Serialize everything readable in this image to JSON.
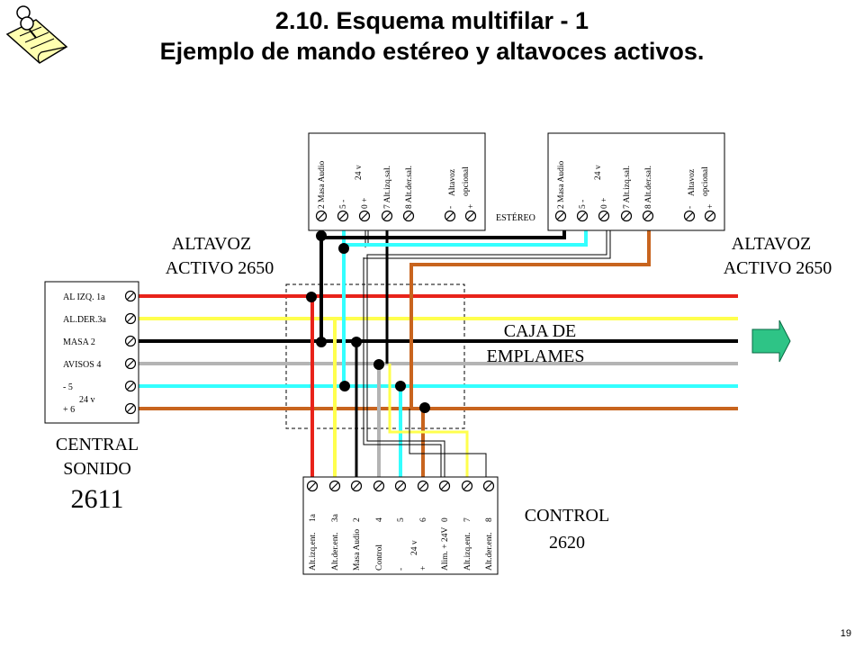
{
  "title": {
    "line1": "2.10. Esquema multifilar - 1",
    "line2": "Ejemplo de mando estéreo y altavoces activos."
  },
  "labels": {
    "altavoz_left_1": "ALTAVOZ",
    "altavoz_left_2": "ACTIVO 2650",
    "altavoz_right_1": "ALTAVOZ",
    "altavoz_right_2": "ACTIVO 2650",
    "caja_1": "CAJA DE",
    "caja_2": "EMPLAMES",
    "central_1": "CENTRAL",
    "central_2": "SONIDO",
    "central_3": "2611",
    "control_1": "CONTROL",
    "control_2": "2620",
    "estereo": "ESTÉREO"
  },
  "central_terminals": [
    "AL IZQ. 1a",
    "AL.DER.3a",
    "MASA    2",
    "AVISOS   4",
    "-          5",
    "+          6"
  ],
  "central_24v": "24 v",
  "speaker_left_terminals": [
    "2 Masa Audio",
    "5 -",
    "0 +",
    "7 Alt.izq.sal.",
    "8 Alt.der.sal.",
    "-",
    "+"
  ],
  "speaker_left_extra": [
    "24 v",
    "Altavoz",
    "opcional"
  ],
  "speaker_right_terminals": [
    "2 Masa Audio",
    "5 -",
    "0 +",
    "7 Alt.izq.sal.",
    "8 Alt.der.sal.",
    "-",
    "+"
  ],
  "speaker_right_extra": [
    "24 v",
    "Altavoz",
    "opcional"
  ],
  "control_terminal_numbers": [
    "1a",
    "3a",
    "2",
    "4",
    "5",
    "6",
    "0",
    "7",
    "8"
  ],
  "control_terminal_names": [
    "Alt.izq.ent.",
    "Alt.der.ent.",
    "Masa Audio",
    "Control",
    "-",
    "+",
    "Alim. + 24V",
    "Alt.izq.ent.",
    "Alt.der.ent."
  ],
  "control_24v": "24 v",
  "page_number": "19",
  "colors": {
    "left_channel": "#e8231a",
    "right_channel": "#ffff4d",
    "ground": "#000000",
    "avisos": "#b4b4b4",
    "negative": "#33ffff",
    "positive": "#c8641e",
    "arrow": "#2ec486"
  }
}
